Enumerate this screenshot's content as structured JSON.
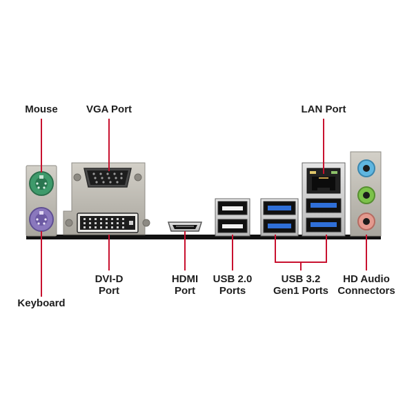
{
  "colors": {
    "leader_line": "#c8102e",
    "label_text": "#1e1e1e",
    "io_bar": "#111111",
    "bracket_metal": "#b9b6ae",
    "ps2_mouse": "#3e9a6b",
    "ps2_keyboard": "#8a78bd",
    "usb3_blue": "#2f6fd8",
    "audio_blue": "#5fb6e0",
    "audio_green": "#7cc24a",
    "audio_pink": "#e49a8f"
  },
  "labels": {
    "mouse": "Mouse",
    "vga": "VGA Port",
    "lan": "LAN Port",
    "dvi": [
      "DVI-D",
      "Port"
    ],
    "hdmi": [
      "HDMI",
      "Port"
    ],
    "usb2": [
      "USB 2.0",
      "Ports"
    ],
    "usb3": [
      "USB 3.2",
      "Gen1 Ports"
    ],
    "audio": [
      "HD Audio",
      "Connectors"
    ],
    "keyboard": "Keyboard"
  }
}
